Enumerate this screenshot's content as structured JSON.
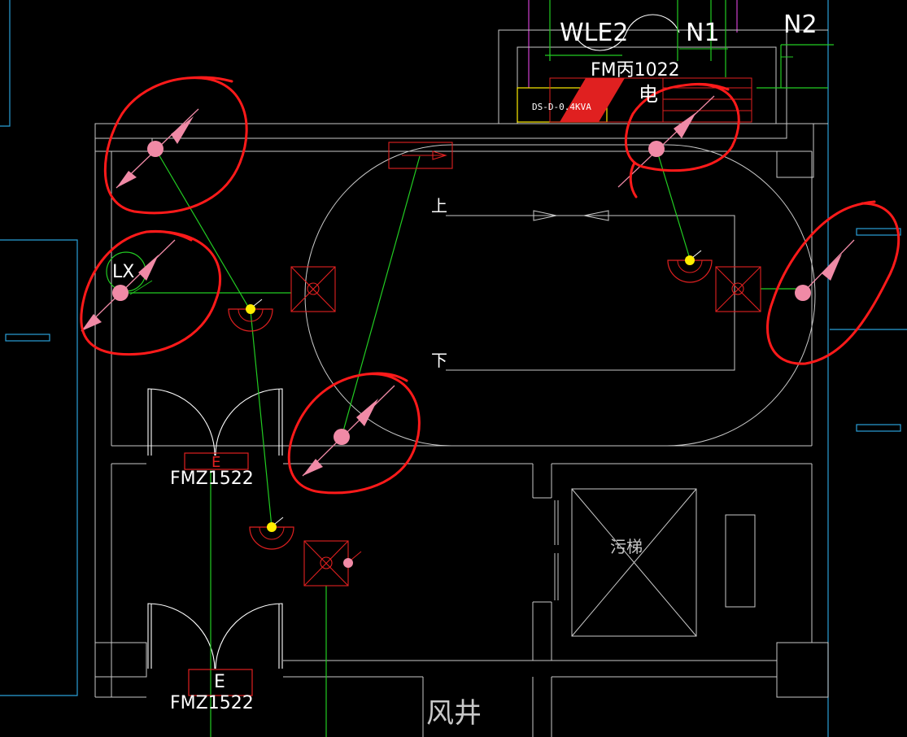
{
  "labels": {
    "wle2": "WLE2",
    "n1": "N1",
    "n2": "N2",
    "fm_bing": "FM丙1022",
    "dian": "电",
    "ds_box": "DS-D-0.4KVA",
    "lx": "LX",
    "shang": "上",
    "xia": "下",
    "e1": "E",
    "fmz1": "FMZ1522",
    "e2": "E",
    "fmz2": "FMZ1522",
    "wu_ti": "污梯",
    "feng_jing": "风井"
  },
  "colors": {
    "background": "#000000",
    "wall": "#c8c8c8",
    "wire": "#22cc22",
    "device_red": "#e02020",
    "markup_red": "#ff1a1a",
    "light_pink": "#f08aa6",
    "sensor_yellow": "#ffee00",
    "cyan": "#2a9fd8",
    "magenta": "#d040d0"
  }
}
